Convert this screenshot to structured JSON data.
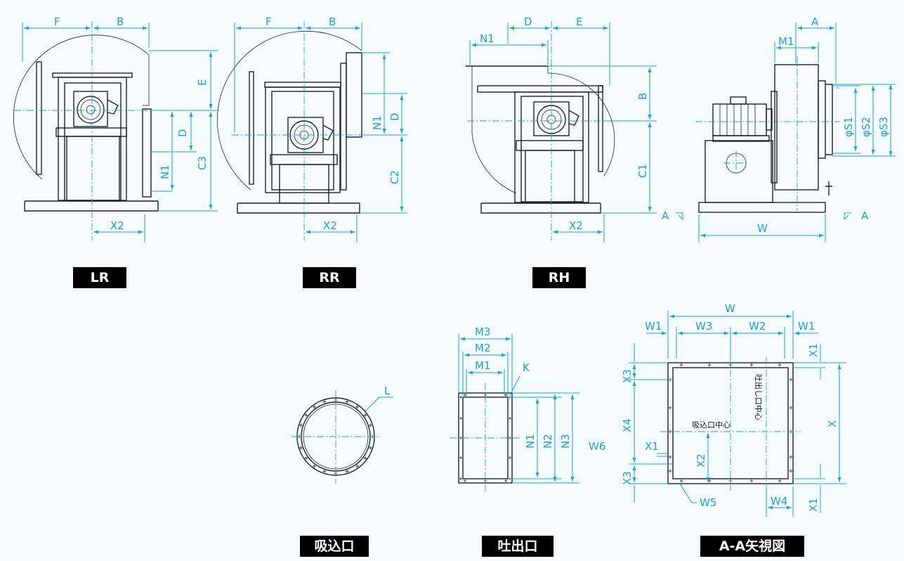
{
  "views": {
    "lr": {
      "label": "LR",
      "dims": {
        "f": "F",
        "b": "B",
        "e": "E",
        "d": "D",
        "n1": "N1",
        "c3": "C3",
        "x2": "X2"
      }
    },
    "rr": {
      "label": "RR",
      "dims": {
        "f": "F",
        "b": "B",
        "n1": "N1",
        "d": "D",
        "c2": "C2",
        "x2": "X2"
      }
    },
    "rh": {
      "label": "RH",
      "dims": {
        "n1": "N1",
        "d": "D",
        "e": "E",
        "b": "B",
        "c1": "C1",
        "x2": "X2"
      }
    },
    "side": {
      "dims": {
        "a": "A",
        "m1": "M1",
        "s1": "φS1",
        "s2": "φS2",
        "s3": "φS3",
        "w": "W",
        "sec_a_left": "A",
        "sec_a_right": "A"
      }
    },
    "inlet": {
      "label": "吸込口",
      "dims": {
        "l": "L"
      }
    },
    "outlet": {
      "label": "吐出口",
      "dims": {
        "m3": "M3",
        "m2": "M2",
        "m1": "M1",
        "k": "K",
        "n1": "N1",
        "n2": "N2",
        "n3": "N3",
        "w6": "W6"
      }
    },
    "aa": {
      "label": "A-A矢視図",
      "dims": {
        "w": "W",
        "w1a": "W1",
        "w3": "W3",
        "w2": "W2",
        "w1b": "W1",
        "x1a": "X1",
        "x3a": "X3",
        "x4": "X4",
        "x3b": "X3",
        "x1c": "X1",
        "x2": "X2",
        "x": "X",
        "w5": "W5",
        "w4": "W4",
        "x1b": "X1"
      },
      "texts": {
        "inlet_center": "吸込口中心",
        "outlet_center": "吐出し口中心"
      }
    }
  }
}
